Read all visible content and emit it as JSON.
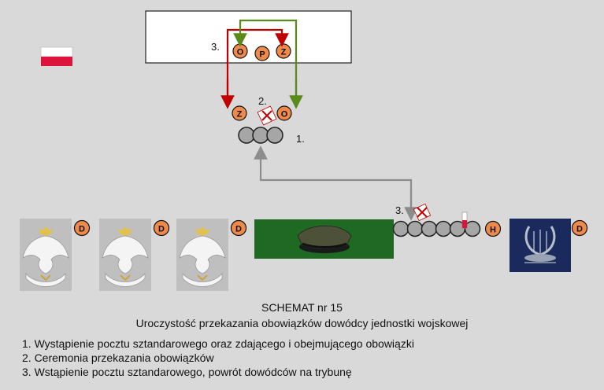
{
  "flag": {
    "top_color": "#ffffff",
    "bottom_color": "#dc143c"
  },
  "tribune": {
    "step_label": "3.",
    "circles": [
      {
        "letter": "O",
        "color": "#f08a4b"
      },
      {
        "letter": "P",
        "color": "#f08a4b"
      },
      {
        "letter": "Z",
        "color": "#f08a4b"
      }
    ]
  },
  "center_group": {
    "step_label_top": "2.",
    "step_label_right": "1.",
    "left_letter": "Z",
    "right_letter": "O"
  },
  "line_units": {
    "step_label": "3.",
    "end_letter": "H"
  },
  "unit_badge_letter": "D",
  "arrows": {
    "red": "#c00000",
    "green": "#5a8a1a",
    "gray": "#8c8c8c"
  },
  "caption": {
    "title": "SCHEMAT nr 15",
    "subtitle": "Uroczystość przekazania obowiązków dowódcy jednostki wojskowej"
  },
  "legend": [
    "1. Wystąpienie pocztu sztandarowego oraz zdającego i obejmującego obowiązki",
    "2. Ceremonia przekazania obowiązków",
    "3. Wstąpienie pocztu sztandarowego, powrót dowódców na trybunę"
  ]
}
